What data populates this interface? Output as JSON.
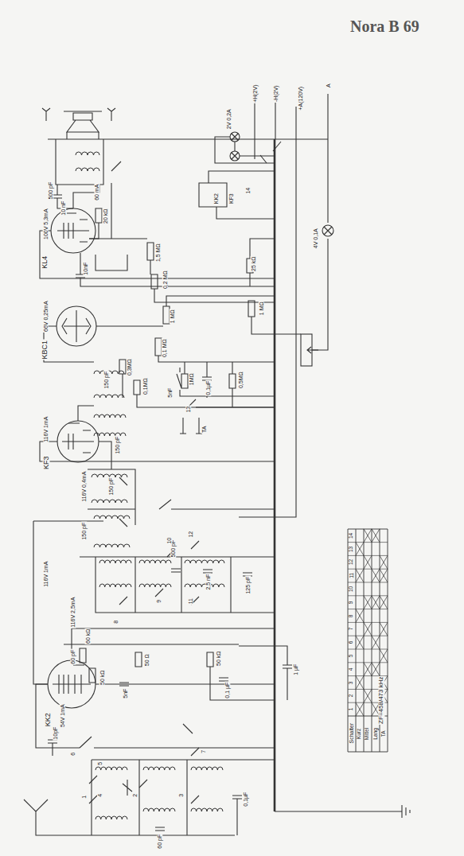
{
  "diagram": {
    "title": "Nora B 69",
    "labels": [
      "2V 0,2A",
      "+H(2V)",
      "-H(2V)",
      "+A(120V)",
      "A",
      "500 pF",
      "10 nF",
      "60 mA",
      "20 kΩ",
      "100V 5,3mA",
      "KL4",
      "1,5 MΩ",
      "10nF",
      "0,2 MΩ",
      "25 kΩ",
      "KK2",
      "KF3",
      "14",
      "4V 0,1A",
      "66V 0,25mA",
      "KBC1",
      "1 MΩ",
      "1 MΩ",
      "0,1 MΩ",
      "150 pF",
      "0,3MΩ",
      "0,1MΩ",
      "5nF",
      "1MΩ",
      "0,1µF",
      "0,5MΩ",
      "13",
      "TA",
      "116V 1mA",
      "KF3",
      "150 pF",
      "116V 0,4mA",
      "150 pF",
      "150 pF",
      "500 pF",
      "2,5 nF",
      "125 pF",
      "116V 1mA",
      "116V 2,5mA",
      "8",
      "9",
      "10",
      "11",
      "12",
      "60 pF",
      "60 kΩ",
      "50 kΩ",
      "50 Ω",
      "5nF",
      "54V 1mA",
      "KK2",
      "50 kΩ",
      "0,1 µF",
      "1 µF",
      "10pF",
      "6",
      "5",
      "4",
      "1",
      "2",
      "3",
      "7",
      "60 pF",
      "0,1µF",
      "ZF=458/473 kHz",
      "Schalter",
      "1",
      "2",
      "3",
      "4",
      "5",
      "6",
      "7",
      "8",
      "9",
      "10",
      "11",
      "12",
      "13",
      "14",
      "Kurz",
      "Mittel",
      "Lang",
      "TA"
    ]
  }
}
